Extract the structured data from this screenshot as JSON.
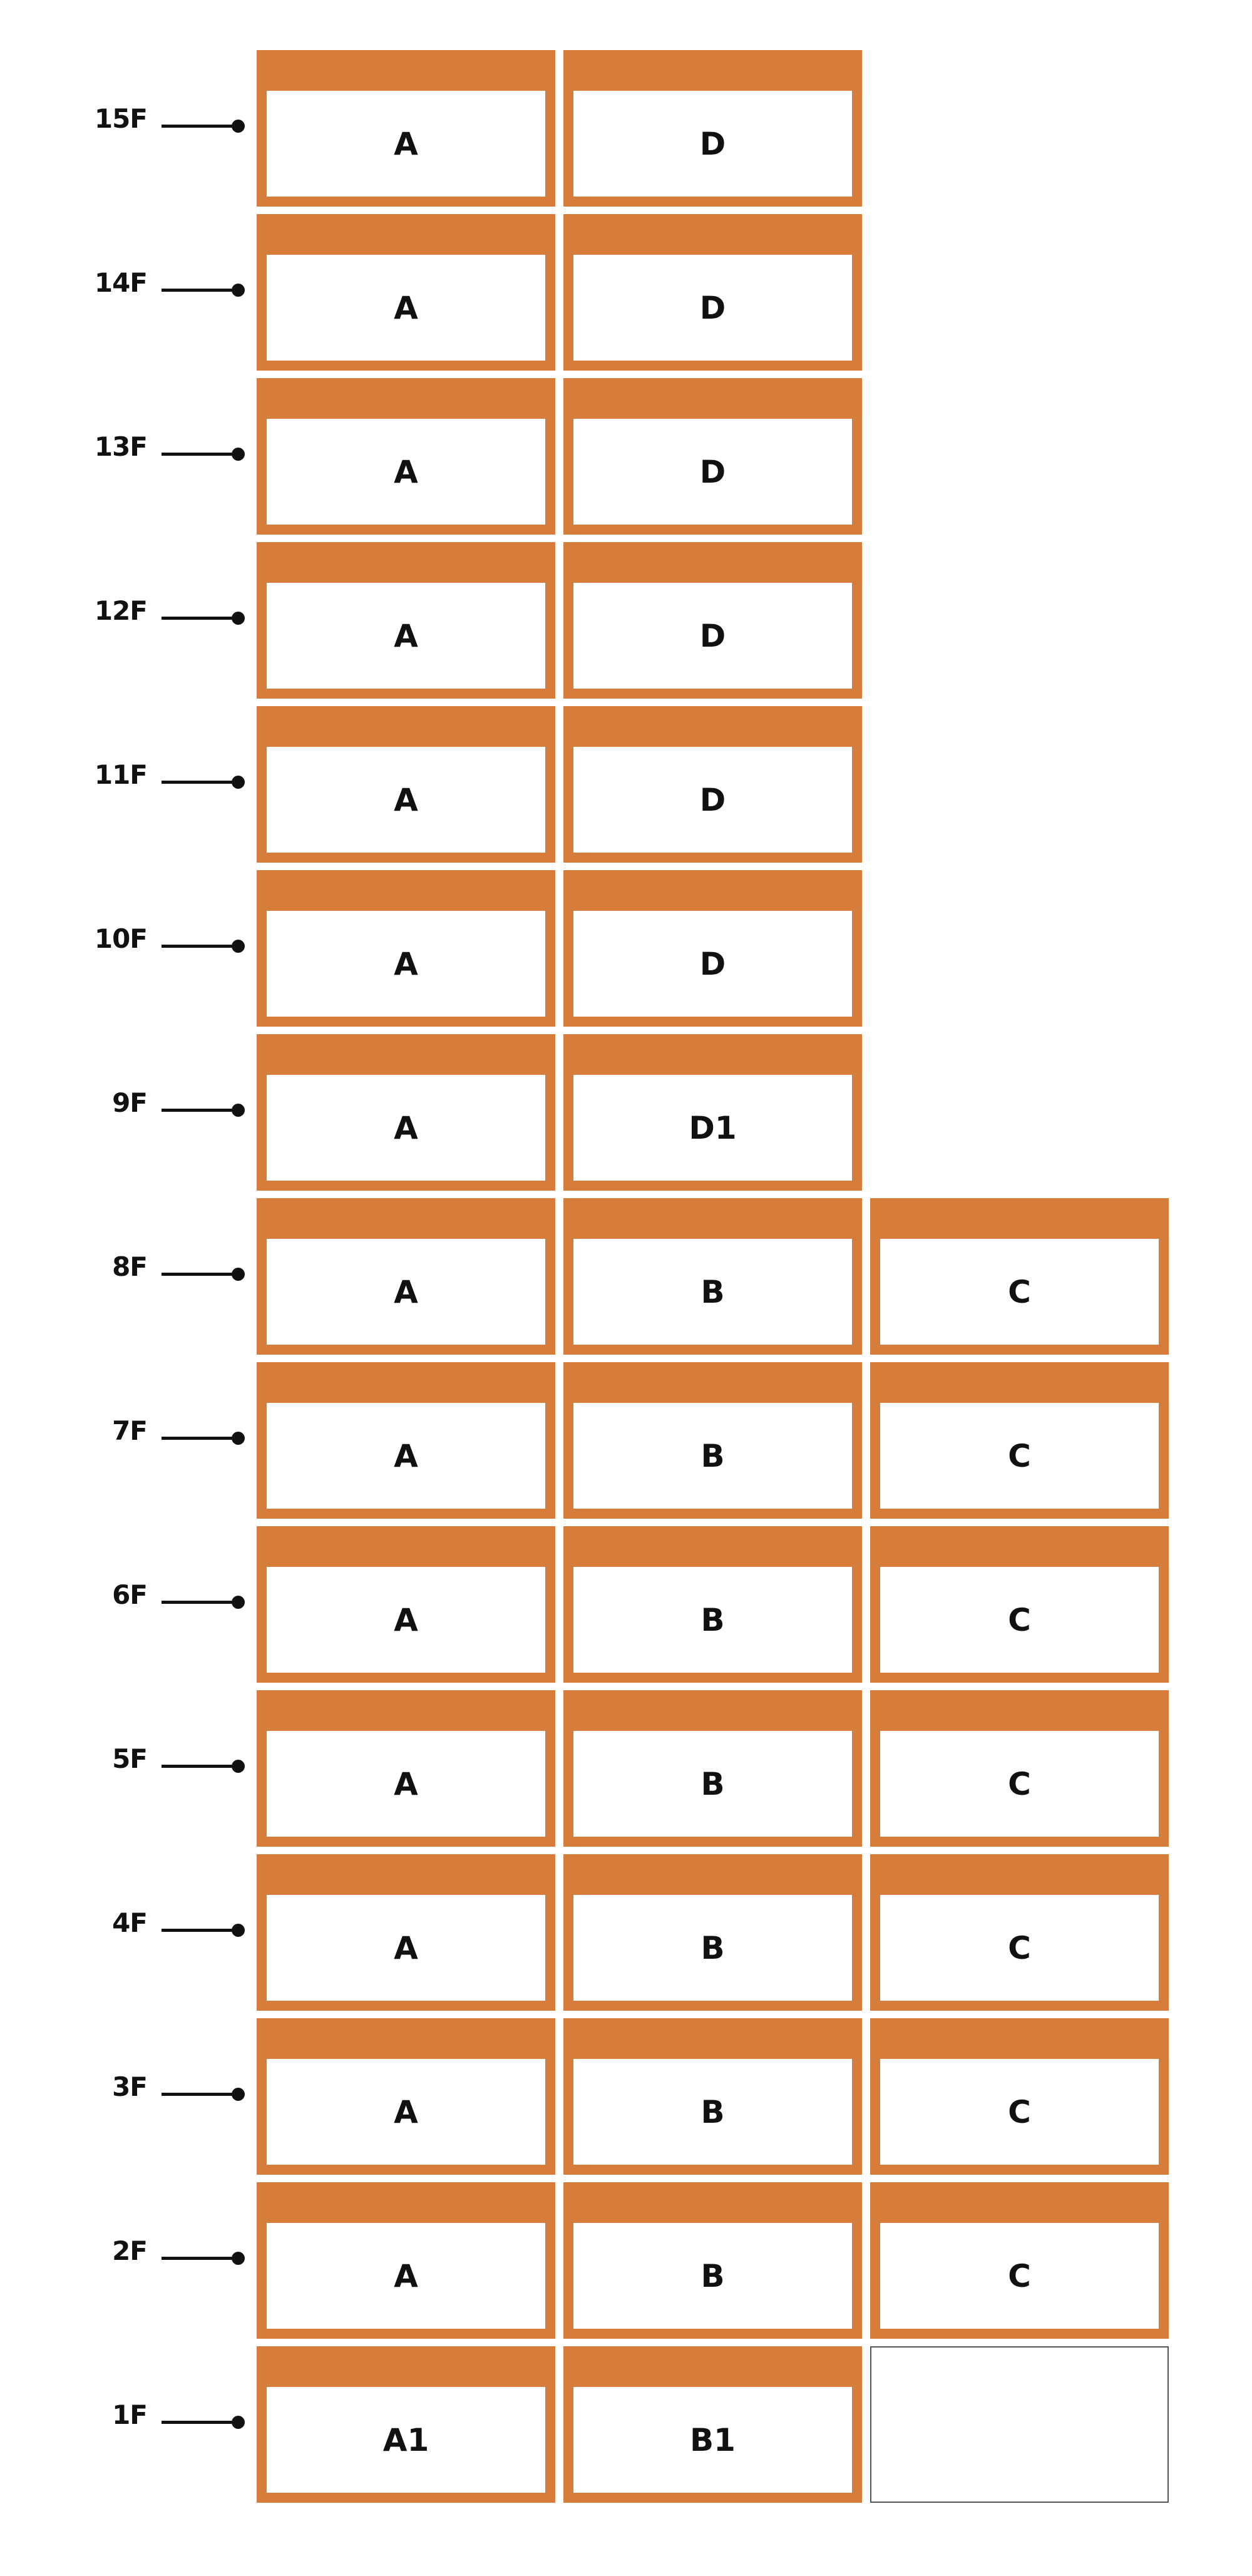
{
  "floors": [
    {
      "label": "15F",
      "units": [
        "A",
        "D"
      ]
    },
    {
      "label": "14F",
      "units": [
        "A",
        "D"
      ]
    },
    {
      "label": "13F",
      "units": [
        "A",
        "D"
      ]
    },
    {
      "label": "12F",
      "units": [
        "A",
        "D"
      ]
    },
    {
      "label": "11F",
      "units": [
        "A",
        "D"
      ]
    },
    {
      "label": "10F",
      "units": [
        "A",
        "D"
      ]
    },
    {
      "label": "9F",
      "units": [
        "A",
        "D1"
      ]
    },
    {
      "label": "8F",
      "units": [
        "A",
        "B",
        "C"
      ]
    },
    {
      "label": "7F",
      "units": [
        "A",
        "B",
        "C"
      ]
    },
    {
      "label": "6F",
      "units": [
        "A",
        "B",
        "C"
      ]
    },
    {
      "label": "5F",
      "units": [
        "A",
        "B",
        "C"
      ]
    },
    {
      "label": "4F",
      "units": [
        "A",
        "B",
        "C"
      ]
    },
    {
      "label": "3F",
      "units": [
        "A",
        "B",
        "C"
      ]
    },
    {
      "label": "2F",
      "units": [
        "A",
        "B",
        "C"
      ]
    },
    {
      "label": "1F",
      "units": [
        "A1",
        "B1",
        ""
      ]
    }
  ],
  "colors": {
    "unit_frame": "#d67d3c",
    "unit_fill": "#ffffff",
    "text": "#111111",
    "empty_border": "#555555"
  }
}
